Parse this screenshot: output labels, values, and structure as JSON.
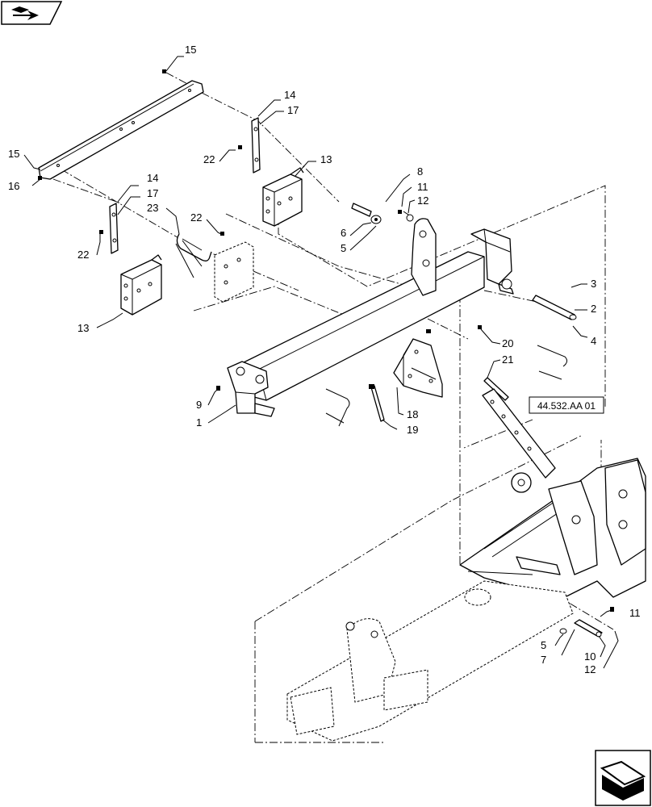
{
  "reference_box": {
    "text": "44.532.AA 01"
  },
  "icons": {
    "top_left": "book-arrow-icon",
    "bottom_right": "next-page-arrow-icon"
  },
  "callouts": [
    {
      "id": "c15a",
      "text": "15"
    },
    {
      "id": "c14a",
      "text": "14"
    },
    {
      "id": "c17a",
      "text": "17"
    },
    {
      "id": "c15b",
      "text": "15"
    },
    {
      "id": "c13a",
      "text": "13"
    },
    {
      "id": "c22a",
      "text": "22"
    },
    {
      "id": "c16",
      "text": "16"
    },
    {
      "id": "c14b",
      "text": "14"
    },
    {
      "id": "c17b",
      "text": "17"
    },
    {
      "id": "c23",
      "text": "23"
    },
    {
      "id": "c22b",
      "text": "22"
    },
    {
      "id": "c8",
      "text": "8"
    },
    {
      "id": "c11a",
      "text": "11"
    },
    {
      "id": "c12a",
      "text": "12"
    },
    {
      "id": "c6",
      "text": "6"
    },
    {
      "id": "c5a",
      "text": "5"
    },
    {
      "id": "c22c",
      "text": "22"
    },
    {
      "id": "c13b",
      "text": "13"
    },
    {
      "id": "c3",
      "text": "3"
    },
    {
      "id": "c2",
      "text": "2"
    },
    {
      "id": "c4",
      "text": "4"
    },
    {
      "id": "c20",
      "text": "20"
    },
    {
      "id": "c21",
      "text": "21"
    },
    {
      "id": "c9",
      "text": "9"
    },
    {
      "id": "c1",
      "text": "1"
    },
    {
      "id": "c18",
      "text": "18"
    },
    {
      "id": "c19",
      "text": "19"
    },
    {
      "id": "c11b",
      "text": "11"
    },
    {
      "id": "c5b",
      "text": "5"
    },
    {
      "id": "c7",
      "text": "7"
    },
    {
      "id": "c10",
      "text": "10"
    },
    {
      "id": "c12b",
      "text": "12"
    }
  ]
}
